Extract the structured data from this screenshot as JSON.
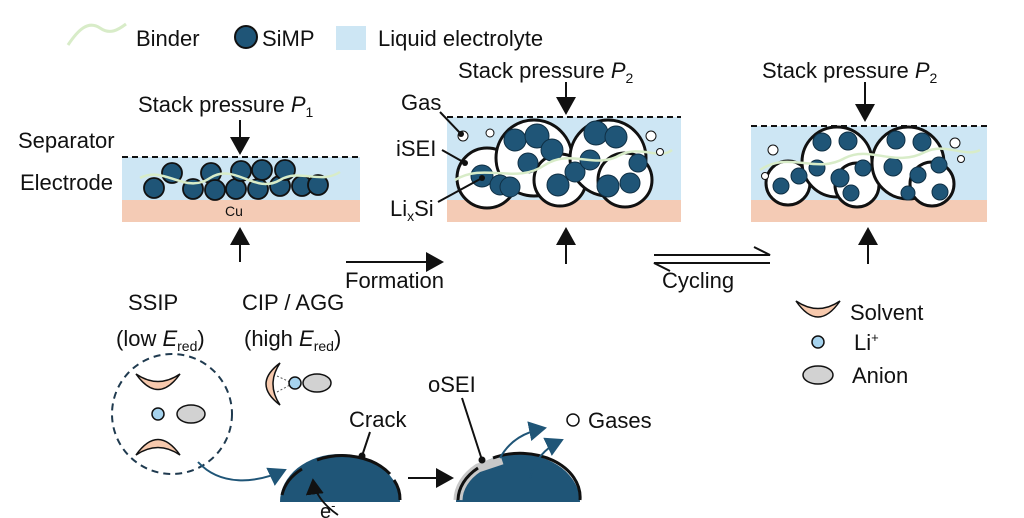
{
  "legend": {
    "binder": "Binder",
    "simp": "SiMP",
    "electrolyte": "Liquid electrolyte"
  },
  "labels": {
    "stack_pressure": "Stack pressure",
    "p1_symbol": "P",
    "p1_sub": "1",
    "p2_symbol": "P",
    "p2_sub": "2",
    "separator": "Separator",
    "electrode": "Electrode",
    "cu": "Cu",
    "gas": "Gas",
    "isei": "iSEI",
    "lixsi_li": "Li",
    "lixsi_x": "x",
    "lixsi_si": "Si",
    "formation": "Formation",
    "cycling": "Cycling"
  },
  "species_legend": {
    "solvent": "Solvent",
    "li": "Li",
    "li_sup": "+",
    "anion": "Anion"
  },
  "solvation": {
    "ssip": "SSIP",
    "ssip_sub_pre": "(low ",
    "cip": "CIP / AGG",
    "cip_sub_pre": "(high ",
    "e_symbol": "E",
    "e_sub": "red",
    "close": ")"
  },
  "bottom": {
    "crack": "Crack",
    "osei": "oSEI",
    "gases": "Gases",
    "electron": "e",
    "electron_sup": "-"
  },
  "colors": {
    "electrolyte": "#cde6f4",
    "particle": "#1f5577",
    "cu": "#f4cbb5",
    "binder": "#d8ecc8",
    "li": "#a6d3ee",
    "anion": "#d2d2d2",
    "solvent": "#f7c9ad",
    "osei": "#c8c8c8"
  }
}
